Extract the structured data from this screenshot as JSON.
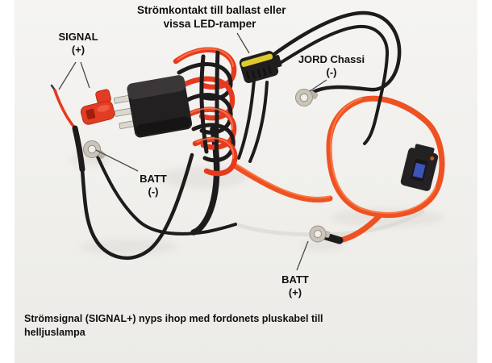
{
  "colors": {
    "page_bg": "#ffffff",
    "photo_bg_top": "#f5f4f2",
    "photo_bg_bottom": "#ecebe7",
    "text": "#111111",
    "leader_line": "#4a4a4a",
    "wire_black": "#1e1b1c",
    "wire_red": "#e63a1e",
    "wire_red_highlight": "#ff8a55",
    "wire_orange": "#ef5222",
    "relay_body": "#232021",
    "connector_yellow": "#e0cb2d",
    "terminal_silver": "#cbc5b9",
    "fuse_blue": "#3d55b8",
    "splice_red": "#e23c24"
  },
  "annotations": {
    "stromkontakt": {
      "line1": "Strömkontakt till ballast eller",
      "line2": "vissa LED-ramper"
    },
    "signal": {
      "line1": "SIGNAL",
      "line2": "(+)"
    },
    "jord": {
      "line1": "JORD Chassi",
      "line2": "(-)"
    },
    "batt_minus": {
      "line1": "BATT",
      "line2": "(-)"
    },
    "batt_plus": {
      "line1": "BATT",
      "line2": "(+)"
    },
    "caption": {
      "line1": "Strömsignal (SIGNAL+) nyps ihop med fordonets pluskabel till",
      "line2": "helljuslampa"
    }
  }
}
